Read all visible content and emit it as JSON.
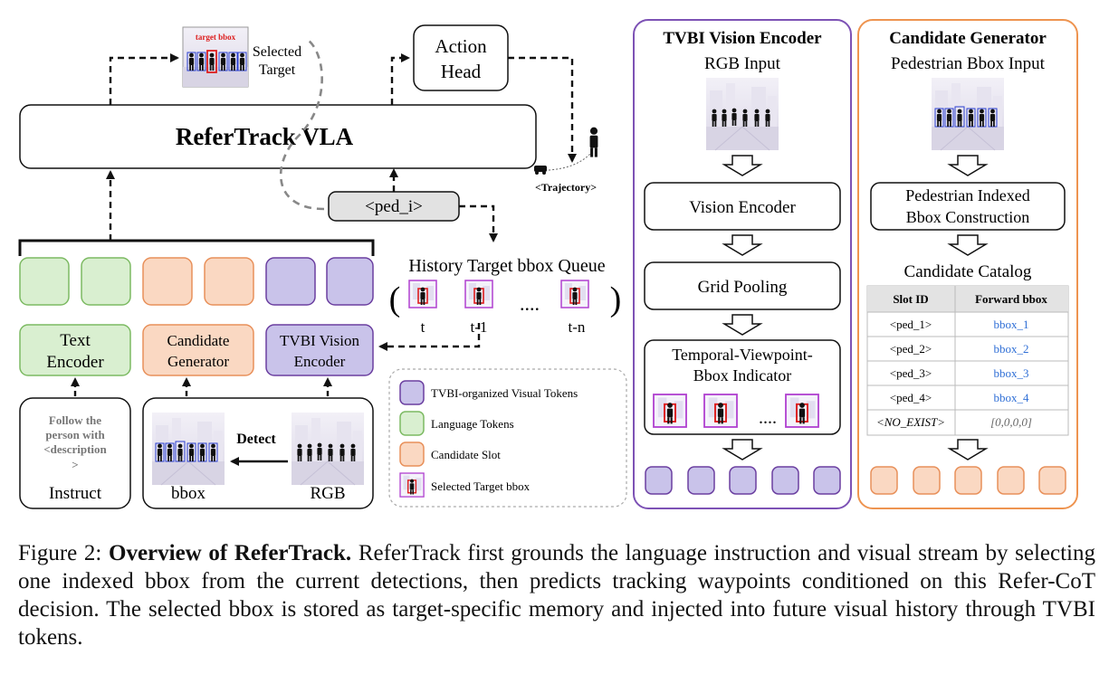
{
  "left_panel": {
    "selected_target_label": "Selected Target",
    "thumb_label": "target bbox",
    "action_head": "Action Head",
    "vla_title": "ReferTrack VLA",
    "ped_token": "<ped_i>",
    "trajectory_label": "<Trajectory>",
    "history_queue_title": "History Target bbox Queue",
    "queue_open": "(",
    "queue_close": ")",
    "queue_ellipsis": "....",
    "queue_labels": [
      "t",
      "t-1",
      "t-n"
    ],
    "text_encoder": "Text Encoder",
    "candidate_generator": "Candidate Generator",
    "tvbi_encoder": "TVBI Vision Encoder",
    "instruct_text": "Follow the person with <description >",
    "instruct_label": "Instruct",
    "detect_label": "Detect",
    "bbox_label": "bbox",
    "rgb_label": "RGB",
    "legend": [
      {
        "label": "TVBI-organized Visual Tokens",
        "color": "#c9c3ea",
        "border": "#6b3fa0"
      },
      {
        "label": "Language Tokens",
        "color": "#d9efd0",
        "border": "#7cba62"
      },
      {
        "label": "Candidate Slot",
        "color": "#fad8c2",
        "border": "#e8905a"
      },
      {
        "label": "Selected Target bbox",
        "color": "#ffffff",
        "border": "#b040d0"
      }
    ]
  },
  "tvbi_panel": {
    "title": "TVBI Vision Encoder",
    "input_label": "RGB Input",
    "vision_encoder": "Vision Encoder",
    "grid_pooling": "Grid Pooling",
    "indicator_title": "Temporal-Viewpoint-Bbox Indicator",
    "ellipsis": "...."
  },
  "candidate_panel": {
    "title": "Candidate Generator",
    "input_label": "Pedestrian Bbox Input",
    "construction": "Pedestrian Indexed Bbox Construction",
    "catalog_title": "Candidate Catalog",
    "table_headers": [
      "Slot ID",
      "Forward bbox"
    ],
    "table_rows": [
      [
        "<ped_1>",
        "bbox_1"
      ],
      [
        "<ped_2>",
        "bbox_2"
      ],
      [
        "<ped_3>",
        "bbox_3"
      ],
      [
        "<ped_4>",
        "bbox_4"
      ],
      [
        "<NO_EXIST>",
        "[0,0,0,0]"
      ]
    ]
  },
  "caption": {
    "prefix": "Figure 2: ",
    "bold": "Overview of ReferTrack.",
    "text": " ReferTrack first grounds the language instruction and visual stream by selecting one indexed bbox from the current detections, then predicts tracking waypoints conditioned on this Refer-CoT decision. The selected bbox is stored as target-specific memory and injected into future visual history through TVBI tokens."
  },
  "colors": {
    "green_fill": "#d9efd0",
    "green_border": "#7cba62",
    "orange_fill": "#fad8c2",
    "orange_border": "#e8905a",
    "purple_fill": "#c9c3ea",
    "purple_border": "#6b3fa0",
    "panel_purple": "#7d52b5",
    "panel_orange": "#ee9450",
    "link_blue": "#2f6fd6",
    "target_red": "#dd1e1e",
    "bbox_blue": "#2a3fd0"
  }
}
